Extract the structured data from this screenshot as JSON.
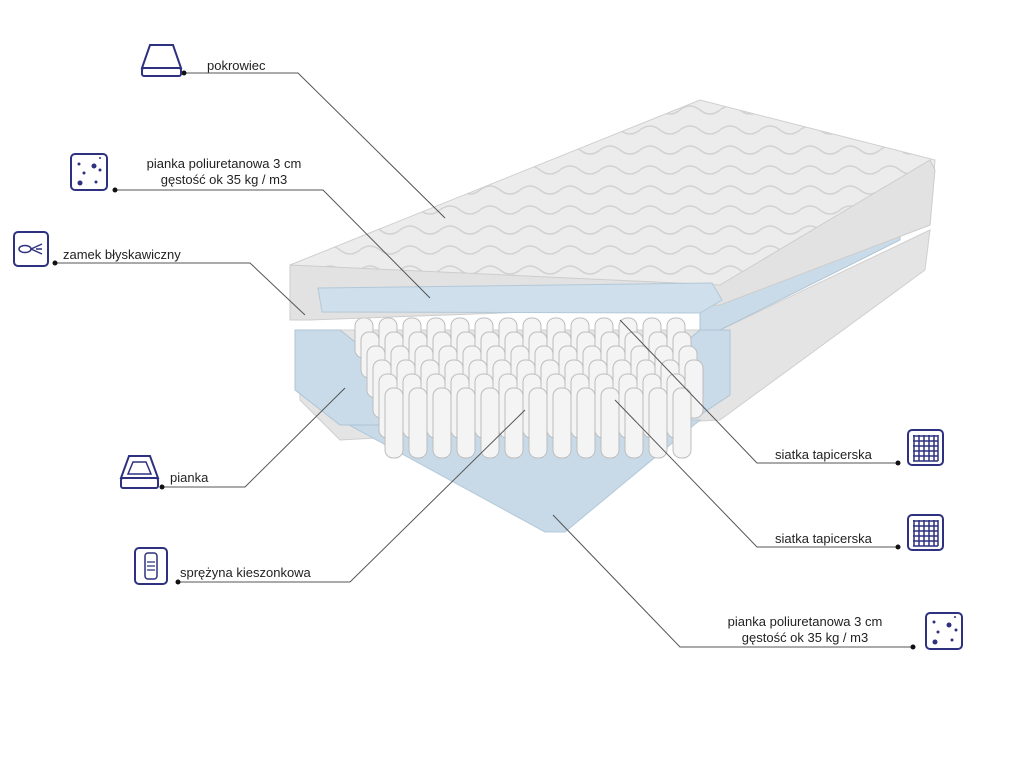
{
  "title": "Mattress layers diagram",
  "colors": {
    "icon": "#2e3180",
    "line": "#555555",
    "foam": "#c9dbe8",
    "cover": "#e9e9e9"
  },
  "labels": {
    "cover": "pokrowiec",
    "top_foam_line1": "pianka  poliuretanowa 3 cm",
    "top_foam_line2": "gęstość ok 35 kg / m3",
    "zipper": "zamek błyskawiczny",
    "side_foam": "pianka",
    "pocket_spring": "sprężyna kieszonkowa",
    "mesh_1": "siatka tapicerska",
    "mesh_2": "siatka tapicerska",
    "bottom_foam_line1": "pianka  poliuretanowa 3 cm",
    "bottom_foam_line2": "gęstość ok 35 kg / m3"
  },
  "icons": [
    "mattress-cover-icon",
    "foam-dots-icon",
    "zipper-icon",
    "foam-frame-icon",
    "spring-icon",
    "mesh-icon",
    "mesh-icon",
    "foam-dots-icon"
  ]
}
